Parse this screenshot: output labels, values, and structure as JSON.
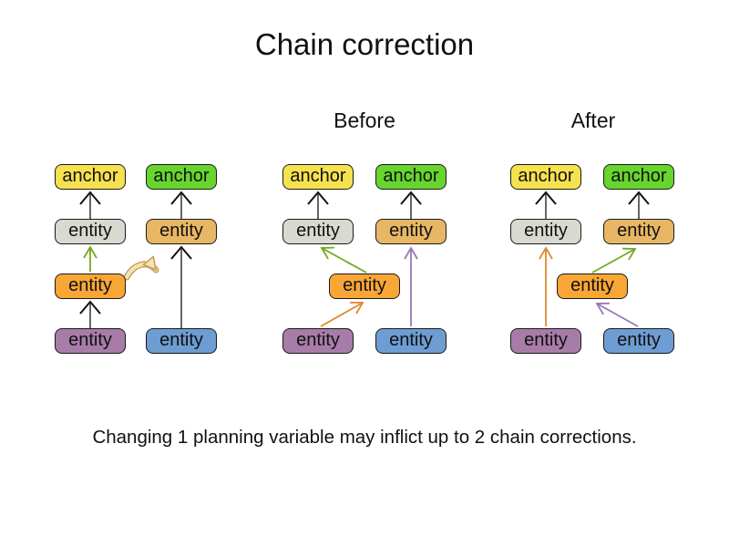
{
  "title": "Chain correction",
  "caption": "Changing 1 planning variable may inflict up to 2 chain corrections.",
  "palette": {
    "anchor_yellow": "#F6E14F",
    "anchor_green": "#67D52D",
    "entity_gray": "#D9D9D2",
    "entity_tan": "#E8B765",
    "entity_orange": "#F8A636",
    "entity_purple": "#A87CA9",
    "entity_blue": "#6D9DD2",
    "arrow_gray_line": "#666666",
    "arrowhead_black": "#111111",
    "arrow_green": "#74A823",
    "arrow_orange": "#E0882E",
    "arrow_purple": "#9878B4",
    "move_arrow_fill": "#F3E3BC",
    "move_arrow_stroke": "#C9A050"
  },
  "groups": [
    {
      "label": "",
      "nodes": [
        {
          "id": "anchor-yellow",
          "label": "anchor",
          "color": "#F6E14F"
        },
        {
          "id": "anchor-green",
          "label": "anchor",
          "color": "#67D52D"
        },
        {
          "id": "entity-gray",
          "label": "entity",
          "color": "#D9D9D2"
        },
        {
          "id": "entity-tan",
          "label": "entity",
          "color": "#E8B765"
        },
        {
          "id": "entity-orange",
          "label": "entity",
          "color": "#F8A636"
        },
        {
          "id": "entity-purple",
          "label": "entity",
          "color": "#A87CA9"
        },
        {
          "id": "entity-blue",
          "label": "entity",
          "color": "#6D9DD2"
        }
      ],
      "edges": [
        {
          "from": "entity-purple",
          "to": "entity-orange",
          "color": "gray"
        },
        {
          "from": "entity-orange",
          "to": "entity-gray",
          "color": "green"
        },
        {
          "from": "entity-gray",
          "to": "anchor-yellow",
          "color": "gray"
        },
        {
          "from": "entity-blue",
          "to": "entity-tan",
          "color": "gray"
        },
        {
          "from": "entity-tan",
          "to": "anchor-green",
          "color": "gray"
        },
        {
          "from": "entity-orange",
          "to": "second-chain",
          "color": "tan-move-curve"
        }
      ]
    },
    {
      "label": "Before",
      "nodes": [
        {
          "id": "anchor-yellow",
          "label": "anchor",
          "color": "#F6E14F"
        },
        {
          "id": "anchor-green",
          "label": "anchor",
          "color": "#67D52D"
        },
        {
          "id": "entity-gray",
          "label": "entity",
          "color": "#D9D9D2"
        },
        {
          "id": "entity-tan",
          "label": "entity",
          "color": "#E8B765"
        },
        {
          "id": "entity-orange",
          "label": "entity",
          "color": "#F8A636"
        },
        {
          "id": "entity-purple",
          "label": "entity",
          "color": "#A87CA9"
        },
        {
          "id": "entity-blue",
          "label": "entity",
          "color": "#6D9DD2"
        }
      ],
      "edges": [
        {
          "from": "entity-gray",
          "to": "anchor-yellow",
          "color": "gray"
        },
        {
          "from": "entity-tan",
          "to": "anchor-green",
          "color": "gray"
        },
        {
          "from": "entity-orange",
          "to": "entity-gray",
          "color": "green"
        },
        {
          "from": "entity-purple",
          "to": "entity-orange",
          "color": "orange"
        },
        {
          "from": "entity-blue",
          "to": "entity-tan",
          "color": "purple"
        }
      ]
    },
    {
      "label": "After",
      "nodes": [
        {
          "id": "anchor-yellow",
          "label": "anchor",
          "color": "#F6E14F"
        },
        {
          "id": "anchor-green",
          "label": "anchor",
          "color": "#67D52D"
        },
        {
          "id": "entity-gray",
          "label": "entity",
          "color": "#D9D9D2"
        },
        {
          "id": "entity-tan",
          "label": "entity",
          "color": "#E8B765"
        },
        {
          "id": "entity-orange",
          "label": "entity",
          "color": "#F8A636"
        },
        {
          "id": "entity-purple",
          "label": "entity",
          "color": "#A87CA9"
        },
        {
          "id": "entity-blue",
          "label": "entity",
          "color": "#6D9DD2"
        }
      ],
      "edges": [
        {
          "from": "entity-gray",
          "to": "anchor-yellow",
          "color": "gray"
        },
        {
          "from": "entity-tan",
          "to": "anchor-green",
          "color": "gray"
        },
        {
          "from": "entity-purple",
          "to": "entity-gray",
          "color": "orange"
        },
        {
          "from": "entity-orange",
          "to": "entity-tan",
          "color": "green"
        },
        {
          "from": "entity-blue",
          "to": "entity-orange",
          "color": "purple"
        }
      ]
    }
  ]
}
